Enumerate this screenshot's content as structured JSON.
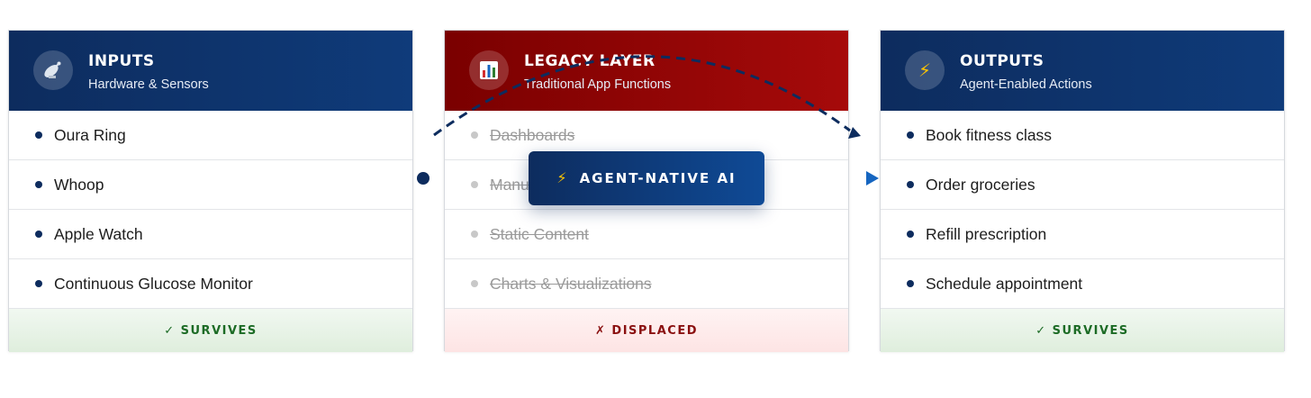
{
  "cards": {
    "inputs": {
      "icon": "satellite-dish-icon",
      "title": "INPUTS",
      "subtitle": "Hardware & Sensors",
      "items": [
        "Oura Ring",
        "Whoop",
        "Apple Watch",
        "Continuous Glucose Monitor"
      ],
      "footer": "✓ SURVIVES"
    },
    "legacy": {
      "icon": "bar-chart-icon",
      "title": "LEGACY LAYER",
      "subtitle": "Traditional App Functions",
      "items": [
        "Dashboards",
        "Manual Logging",
        "Static Content",
        "Charts & Visualizations"
      ],
      "footer": "✗ DISPLACED"
    },
    "outputs": {
      "icon": "lightning-icon",
      "title": "OUTPUTS",
      "subtitle": "Agent-Enabled Actions",
      "items": [
        "Book fitness class",
        "Order groceries",
        "Refill prescription",
        "Schedule appointment"
      ],
      "footer": "✓ SURVIVES"
    }
  },
  "agent": {
    "icon": "⚡",
    "label": "AGENT-NATIVE AI"
  },
  "colors": {
    "navy": "#0d2c5e",
    "red": "#8b0000",
    "arrow_blue": "#1565c0",
    "survives_green": "#1c6b25",
    "displaced_red": "#8a1010"
  }
}
